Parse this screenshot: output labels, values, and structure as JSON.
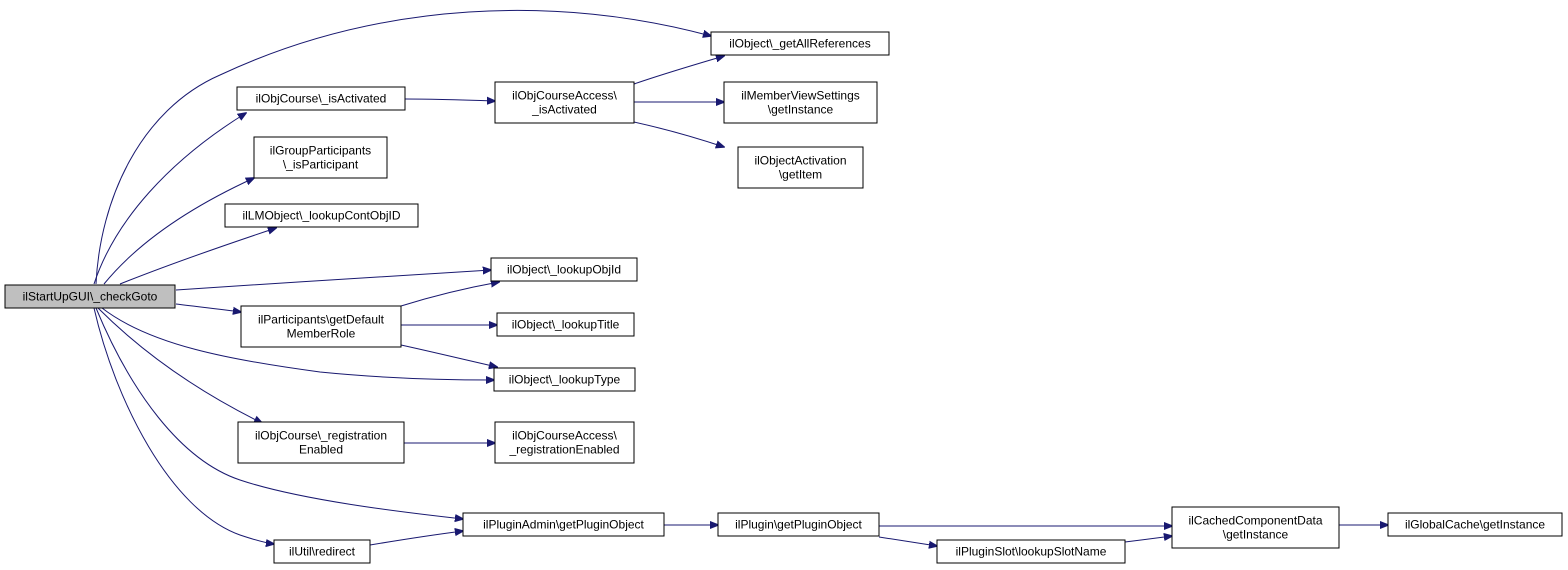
{
  "diagram": {
    "nodes": [
      {
        "id": "root",
        "lines": [
          "ilStartUpGUI\\_checkGoto"
        ],
        "root": true
      },
      {
        "id": "getAllReferences",
        "lines": [
          "ilObject\\_getAllReferences"
        ]
      },
      {
        "id": "crsIsActivated",
        "lines": [
          "ilObjCourse\\_isActivated"
        ]
      },
      {
        "id": "accIsActivated",
        "lines": [
          "ilObjCourseAccess\\",
          "_isActivated"
        ]
      },
      {
        "id": "memberView",
        "lines": [
          "ilMemberViewSettings",
          "\\getInstance"
        ]
      },
      {
        "id": "objActivation",
        "lines": [
          "ilObjectActivation",
          "\\getItem"
        ]
      },
      {
        "id": "groupPart",
        "lines": [
          "ilGroupParticipants",
          "\\_isParticipant"
        ]
      },
      {
        "id": "lmObject",
        "lines": [
          "ilLMObject\\_lookupContObjID"
        ]
      },
      {
        "id": "lookupObjId",
        "lines": [
          "ilObject\\_lookupObjId"
        ]
      },
      {
        "id": "partDefault",
        "lines": [
          "ilParticipants\\getDefault",
          "MemberRole"
        ]
      },
      {
        "id": "lookupTitle",
        "lines": [
          "ilObject\\_lookupTitle"
        ]
      },
      {
        "id": "lookupType",
        "lines": [
          "ilObject\\_lookupType"
        ]
      },
      {
        "id": "crsRegEnabled",
        "lines": [
          "ilObjCourse\\_registration",
          "Enabled"
        ]
      },
      {
        "id": "accRegEnabled",
        "lines": [
          "ilObjCourseAccess\\",
          "_registrationEnabled"
        ]
      },
      {
        "id": "pluginAdmin",
        "lines": [
          "ilPluginAdmin\\getPluginObject"
        ]
      },
      {
        "id": "plugin",
        "lines": [
          "ilPlugin\\getPluginObject"
        ]
      },
      {
        "id": "cachedComp",
        "lines": [
          "ilCachedComponentData",
          "\\getInstance"
        ]
      },
      {
        "id": "globalCache",
        "lines": [
          "ilGlobalCache\\getInstance"
        ]
      },
      {
        "id": "pluginSlot",
        "lines": [
          "ilPluginSlot\\lookupSlotName"
        ]
      },
      {
        "id": "utilRedirect",
        "lines": [
          "ilUtil\\redirect"
        ]
      }
    ],
    "edges": [
      {
        "from": "root",
        "to": "getAllReferences"
      },
      {
        "from": "root",
        "to": "crsIsActivated"
      },
      {
        "from": "root",
        "to": "groupPart"
      },
      {
        "from": "root",
        "to": "lmObject"
      },
      {
        "from": "root",
        "to": "lookupObjId"
      },
      {
        "from": "root",
        "to": "partDefault"
      },
      {
        "from": "root",
        "to": "lookupType"
      },
      {
        "from": "root",
        "to": "crsRegEnabled"
      },
      {
        "from": "root",
        "to": "pluginAdmin"
      },
      {
        "from": "root",
        "to": "utilRedirect"
      },
      {
        "from": "crsIsActivated",
        "to": "accIsActivated"
      },
      {
        "from": "accIsActivated",
        "to": "getAllReferences"
      },
      {
        "from": "accIsActivated",
        "to": "memberView"
      },
      {
        "from": "accIsActivated",
        "to": "objActivation"
      },
      {
        "from": "partDefault",
        "to": "lookupObjId"
      },
      {
        "from": "partDefault",
        "to": "lookupTitle"
      },
      {
        "from": "partDefault",
        "to": "lookupType"
      },
      {
        "from": "crsRegEnabled",
        "to": "accRegEnabled"
      },
      {
        "from": "pluginAdmin",
        "to": "plugin"
      },
      {
        "from": "plugin",
        "to": "cachedComp"
      },
      {
        "from": "plugin",
        "to": "pluginSlot"
      },
      {
        "from": "pluginSlot",
        "to": "cachedComp"
      },
      {
        "from": "cachedComp",
        "to": "globalCache"
      },
      {
        "from": "utilRedirect",
        "to": "pluginAdmin"
      }
    ],
    "colors": {
      "edge": "#191970",
      "root_fill": "#bfbfbf",
      "node_fill": "#ffffff",
      "border": "#000000"
    }
  }
}
